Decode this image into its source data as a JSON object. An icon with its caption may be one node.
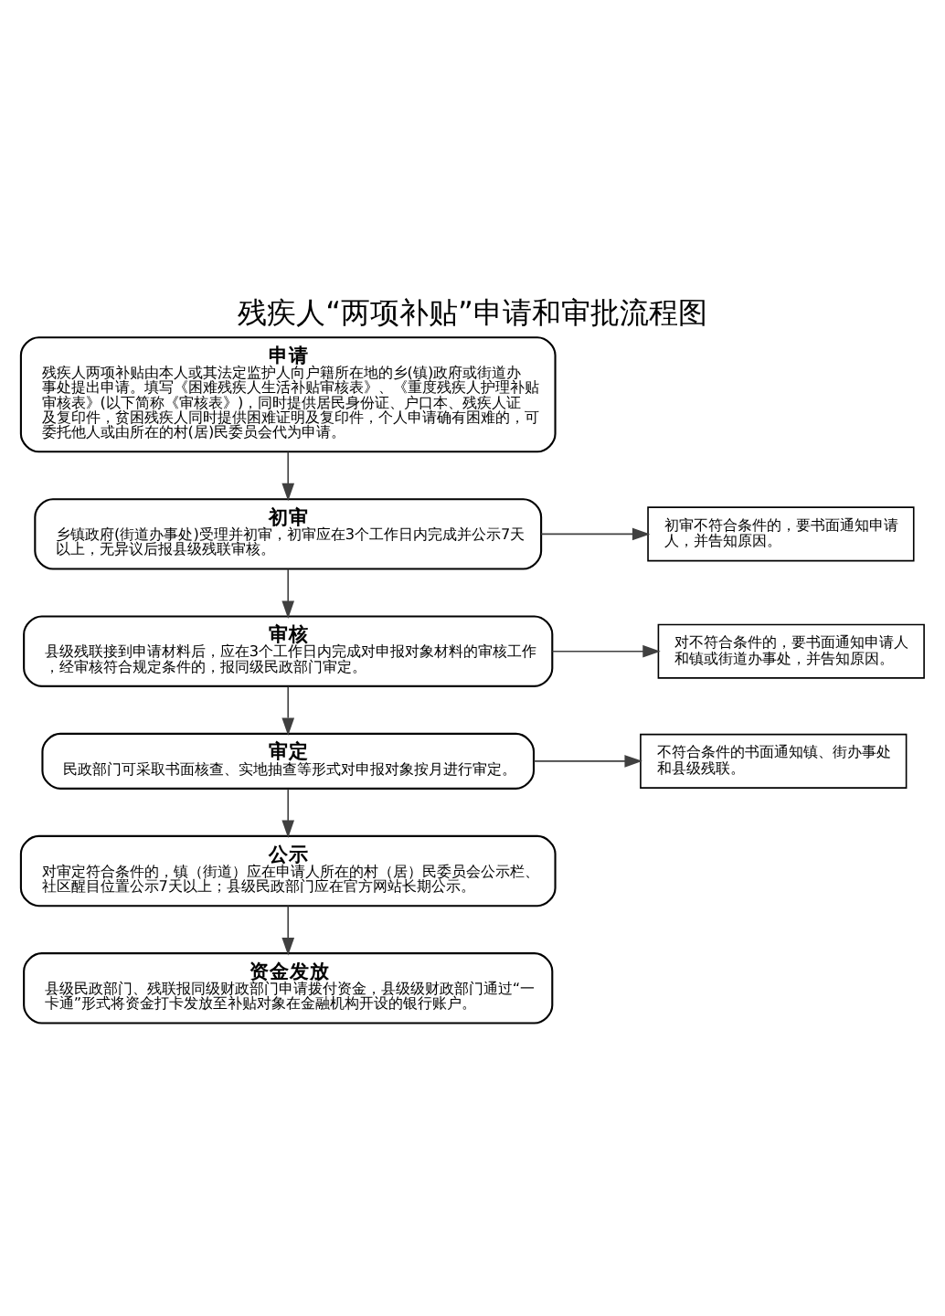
{
  "diagram": {
    "title": "残疾人“两项补贴”申请和审批流程图",
    "nodes": [
      {
        "text": [
          "申请",
          "残疾人两项补贴由本人或其法定监护人向户籍所在地的乡(镇)政府或街道办事处提出申请。填写《困难残疾人生活补贴审核表》、《重度残疾人护理补贴审核表》(以下简称《审核表》)，同时提供居民身份证、户口本、残疾人证及复印件，贫困残疾人同时提供困难证明及复印件，个人申请确有困难的，可委托他人或由所在的村(居)民委员会代为申请。"
        ]
      },
      {
        "text": [
          "初审",
          "乡镇政府(街道办事处)受理并初审，初审应在3个工作日内完成并公示7天以上，无异议后报县级残联审核。"
        ]
      },
      {
        "text": [
          "初审不符合条件的，要书面通知申请人，并告知原因。"
        ]
      },
      {
        "text": [
          "审核",
          "县级残联接到申请材料后，应在3个工作日内完成对申报对象材料的审核工作，经审核符合规定条件的，报同级民政部门审定。"
        ]
      },
      {
        "text": [
          "对不符合条件的，要书面通知申请人和镇或街道办事处，并告知原因。"
        ]
      },
      {
        "text": [
          "审定",
          "民政部门可采取书面核查、实地抽查等形式对申报对象按月进行审定。"
        ]
      },
      {
        "text": [
          "不符合条件的书面通知镇、街办事处和县级残联。"
        ]
      },
      {
        "text": [
          "公示",
          "对审定符合条件的，镇（街道）应在申请人所在的村（居）民委员会公示栏、社区醒目位置公示7天以上；县级民政部门应在官方网站长期公示。"
        ]
      },
      {
        "text": [
          "资金发放",
          "县级民政部门、残联报同级财政部门申请拨付资金，县级级财政部门通过“一卡通”形式将资金打卡发放至补贴对象在金融机构开设的银行账户。"
        ]
      }
    ],
    "edges": [
      {
        "from": 0,
        "to": 1,
        "arrow": "to"
      },
      {
        "from": 1,
        "to": 2,
        "arrow": "to"
      },
      {
        "from": 1,
        "to": 3,
        "arrow": "to"
      },
      {
        "from": 3,
        "to": 4,
        "arrow": "to"
      },
      {
        "from": 3,
        "to": 5,
        "arrow": "to"
      },
      {
        "from": 5,
        "to": 6,
        "arrow": "to"
      },
      {
        "from": 5,
        "to": 7,
        "arrow": "to"
      },
      {
        "from": 7,
        "to": 8,
        "arrow": "to"
      }
    ]
  }
}
